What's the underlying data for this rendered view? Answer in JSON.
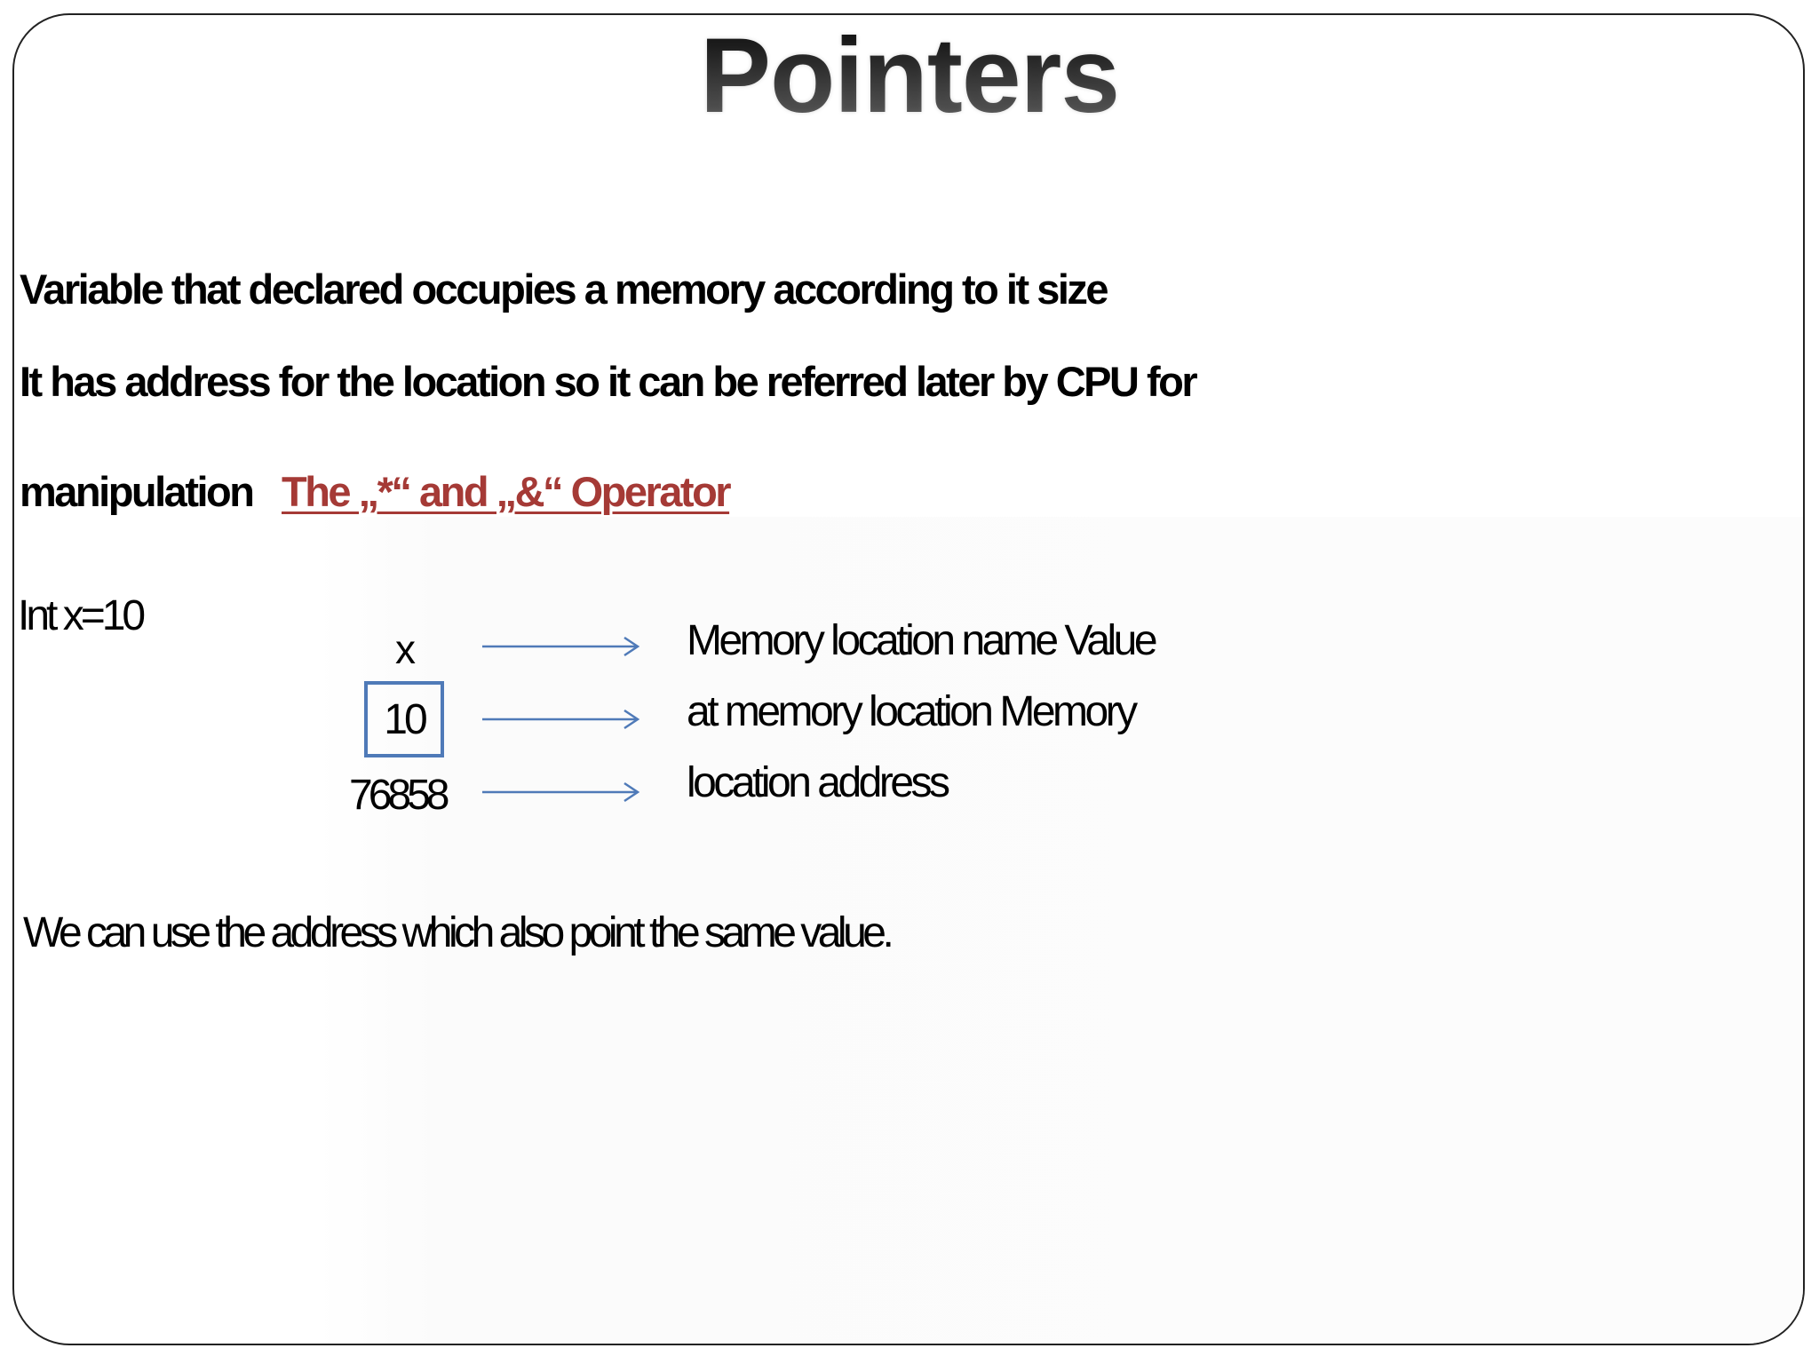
{
  "slide": {
    "title": "Pointers",
    "bullets": [
      "Variable that declared occupies a  memory according to it  size",
      "It  has address for the location so it  can be referred later by CPU  for",
      "manipulation"
    ],
    "link_text": "The „*“ and „&“ Operator"
  },
  "diagram": {
    "declaration": "Int x=10",
    "variable_name": "x",
    "value": "10",
    "address": "76858",
    "descriptions": [
      "Memory location name  Value",
      "at memory location  Memory",
      "location address"
    ],
    "arrow_color": "#4f7ab8"
  },
  "footer": {
    "text": "We can use the address which also point the same value."
  },
  "colors": {
    "link": "#a53a36",
    "box_border": "#4f7ab8"
  }
}
